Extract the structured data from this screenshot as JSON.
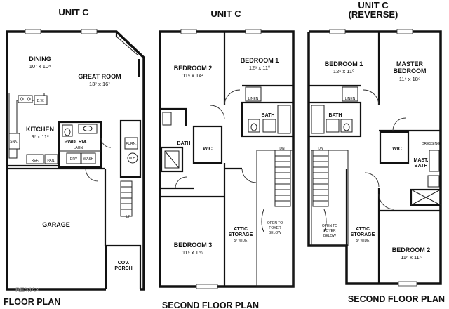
{
  "plan1": {
    "title": "UNIT C",
    "footer": "FLOOR PLAN",
    "rooms": {
      "dining": {
        "name": "DINING",
        "dim": "10⁷ x 10⁸"
      },
      "great_room": {
        "name": "GREAT ROOM",
        "dim": "13⁷ x 16⁷"
      },
      "kitchen": {
        "name": "KITCHEN",
        "dim": "9⁷ x 11³"
      },
      "pwd_rm": {
        "name": "PWD. RM."
      },
      "laun": {
        "name": "LAUN."
      },
      "dry": {
        "name": "DRY"
      },
      "wash": {
        "name": "WASH"
      },
      "garage": {
        "name": "GARAGE"
      },
      "cov_porch": {
        "name": "COV.",
        "name2": "PORCH"
      },
      "dw": {
        "name": "D.W."
      },
      "ref": {
        "name": "REF."
      },
      "pan": {
        "name": "PAN."
      },
      "sink": {
        "name": "SNK."
      },
      "furn": {
        "name": "FURN."
      },
      "wh": {
        "name": "W.H."
      },
      "up": {
        "name": "UP"
      }
    }
  },
  "plan2": {
    "title": "UNIT C",
    "footer": "SECOND FLOOR PLAN",
    "rooms": {
      "bedroom2": {
        "name": "BEDROOM 2",
        "dim": "11⁶ x 14²"
      },
      "bedroom1": {
        "name": "BEDROOM 1",
        "dim": "12⁶ x 11⁰"
      },
      "linen": {
        "name": "LINEN"
      },
      "bath_a": {
        "name": "BATH"
      },
      "bath_b": {
        "name": "BATH"
      },
      "wic": {
        "name": "WIC"
      },
      "bedroom3": {
        "name": "BEDROOM 3",
        "dim": "11⁶ x 15⁹"
      },
      "attic": {
        "name": "ATTIC",
        "name2": "STORAGE",
        "dim": "5⁷ WIDE"
      },
      "open": {
        "l1": "OPEN TO",
        "l2": "FOYER",
        "l3": "BELOW"
      },
      "dn": {
        "name": "DN"
      }
    }
  },
  "plan3": {
    "title": "UNIT C",
    "subtitle": "(REVERSE)",
    "footer": "SECOND FLOOR PLAN",
    "rooms": {
      "bedroom1": {
        "name": "BEDROOM 1",
        "dim": "12⁶ x 11⁰"
      },
      "master": {
        "name": "MASTER",
        "name2": "BEDROOM",
        "dim": "11⁶ x 18⁹"
      },
      "linen": {
        "name": "LINEN"
      },
      "bath": {
        "name": "BATH"
      },
      "wic": {
        "name": "WIC"
      },
      "dressing": {
        "name": "DRESSING"
      },
      "mast_bath": {
        "name": "MAST.",
        "name2": "BATH"
      },
      "attic": {
        "name": "ATTIC",
        "name2": "STORAGE",
        "dim": "5⁷ WIDE"
      },
      "open": {
        "l1": "OPEN TO",
        "l2": "FOYER",
        "l3": "BELOW"
      },
      "dn": {
        "name": "DN"
      },
      "bedroom2": {
        "name": "BEDROOM 2",
        "dim": "11⁶ x 11⁶"
      }
    }
  },
  "watermark": "RE/MAX"
}
